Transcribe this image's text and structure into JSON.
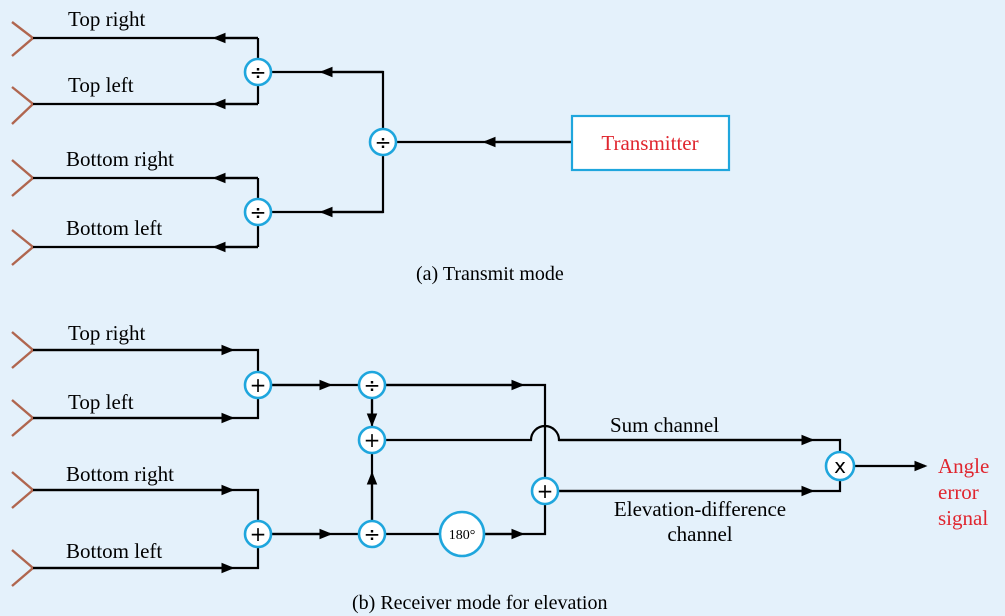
{
  "transmit": {
    "labels": {
      "top_right": "Top right",
      "top_left": "Top left",
      "bottom_right": "Bottom right",
      "bottom_left": "Bottom left"
    },
    "transmitter": "Transmitter",
    "divider_symbol": "÷",
    "caption": "(a)  Transmit mode"
  },
  "receive": {
    "labels": {
      "top_right": "Top right",
      "top_left": "Top left",
      "bottom_right": "Bottom right",
      "bottom_left": "Bottom left"
    },
    "sum_symbol": "+",
    "divider_symbol": "÷",
    "phase_shift": "180°",
    "mixer_symbol": "x",
    "sum_channel": "Sum channel",
    "elevation_channel_line1": "Elevation-difference",
    "elevation_channel_line2": "channel",
    "output_line1": "Angle",
    "output_line2": "error",
    "output_line3": "signal",
    "caption": "(b)  Receiver mode for elevation"
  },
  "colors": {
    "background": "#e4f1fb",
    "node_ring": "#1fa6dd",
    "horn": "#b0664f",
    "accent_text": "#e0262f"
  }
}
